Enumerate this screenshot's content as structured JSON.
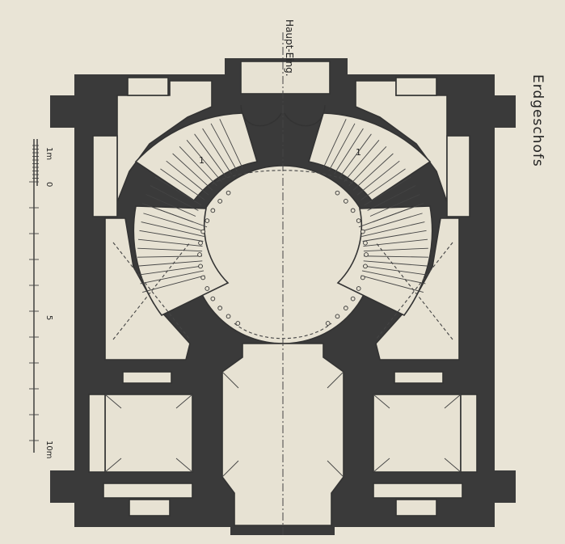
{
  "plan": {
    "title": "Erdgeschofs",
    "entrance_label": "Haupt-Eing.",
    "stair_left_number": "1",
    "stair_right_number": "1"
  },
  "scale": {
    "label_start": "1m",
    "label_zero": "0",
    "label_mid": "5",
    "label_end": "10m"
  },
  "colors": {
    "paper": "#e9e4d6",
    "wall": "#3a3a3a",
    "line": "#333333"
  }
}
